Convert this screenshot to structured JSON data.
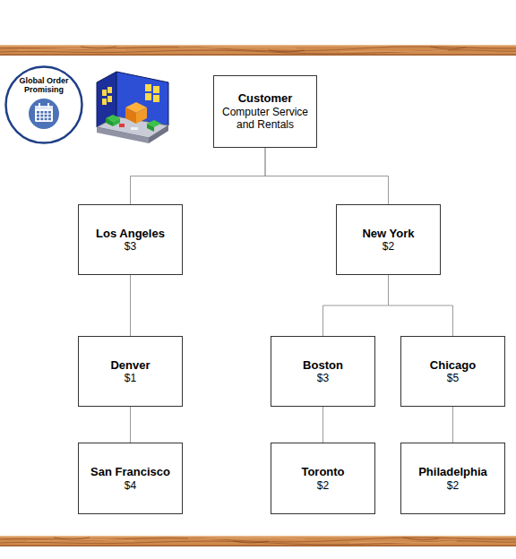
{
  "diagram": {
    "nodes": [
      {
        "text": [
          "Global Order Promising"
        ]
      },
      {
        "text": [
          "Customer",
          "Computer Service and Rentals"
        ]
      },
      {
        "text": [
          "Los Angeles",
          "$3"
        ]
      },
      {
        "text": [
          "New York",
          "$2"
        ]
      },
      {
        "text": [
          "Denver",
          "$1"
        ]
      },
      {
        "text": [
          "Boston",
          "$3"
        ]
      },
      {
        "text": [
          "Chicago",
          "$5"
        ]
      },
      {
        "text": [
          "San Francisco",
          "$4"
        ]
      },
      {
        "text": [
          "Toronto",
          "$2"
        ]
      },
      {
        "text": [
          "Philadelphia",
          "$2"
        ]
      }
    ],
    "edges": [
      {
        "from": 1,
        "to": 2,
        "arrow": "none"
      },
      {
        "from": 1,
        "to": 3,
        "arrow": "none"
      },
      {
        "from": 2,
        "to": 4,
        "arrow": "none"
      },
      {
        "from": 3,
        "to": 5,
        "arrow": "none"
      },
      {
        "from": 3,
        "to": 6,
        "arrow": "none"
      },
      {
        "from": 4,
        "to": 7,
        "arrow": "none"
      },
      {
        "from": 5,
        "to": 8,
        "arrow": "none"
      },
      {
        "from": 6,
        "to": 9,
        "arrow": "none"
      }
    ]
  }
}
